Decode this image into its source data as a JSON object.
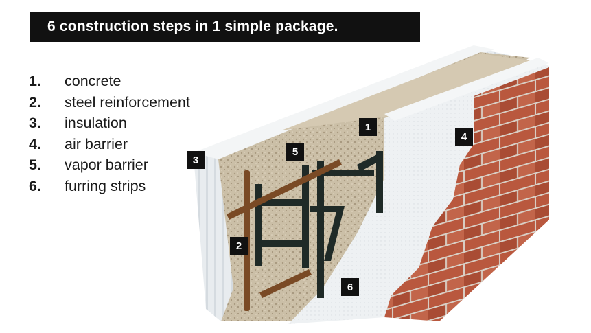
{
  "banner": {
    "title": "6 construction steps in 1 simple package."
  },
  "steps": [
    {
      "number": "1.",
      "label": "concrete"
    },
    {
      "number": "2.",
      "label": "steel reinforcement"
    },
    {
      "number": "3.",
      "label": "insulation"
    },
    {
      "number": "4.",
      "label": "air barrier"
    },
    {
      "number": "5.",
      "label": "vapor barrier"
    },
    {
      "number": "6.",
      "label": "furring strips"
    }
  ],
  "callouts": {
    "concrete": "1",
    "steel_reinforcement": "2",
    "insulation": "3",
    "air_barrier": "4",
    "vapor_barrier": "5",
    "furring_strips": "6"
  },
  "colors": {
    "banner_bg": "#111111",
    "badge_bg": "#111111",
    "foam": "#e6eaee",
    "concrete": "#c8bba2",
    "steel": "#1f2a27",
    "rebar": "#7a4a25",
    "brick": "#b8553c"
  }
}
